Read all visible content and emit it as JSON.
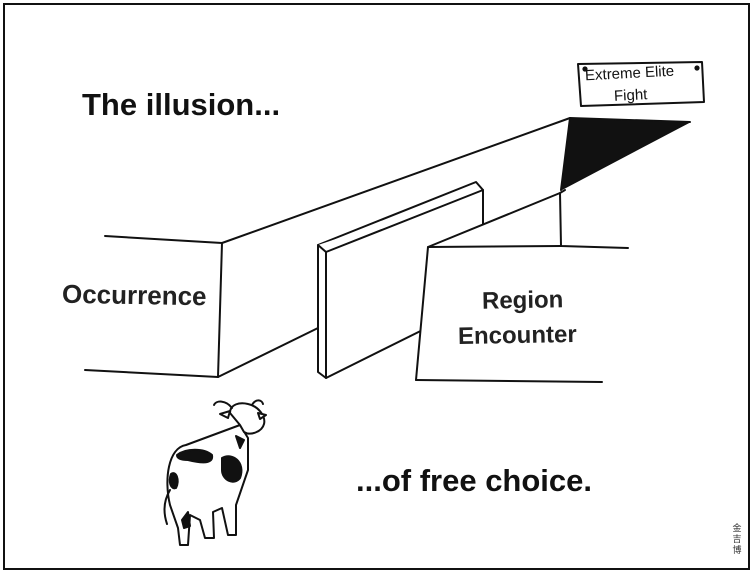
{
  "captions": {
    "top": "The illusion...",
    "bottom": "...of free choice."
  },
  "walls": {
    "left_label": "Occurrence",
    "right_label_line1": "Region",
    "right_label_line2": "Encounter"
  },
  "sign": {
    "line1": "Extreme Elite",
    "line2": "Fight"
  },
  "colors": {
    "ink": "#111111",
    "paper": "#ffffff"
  }
}
